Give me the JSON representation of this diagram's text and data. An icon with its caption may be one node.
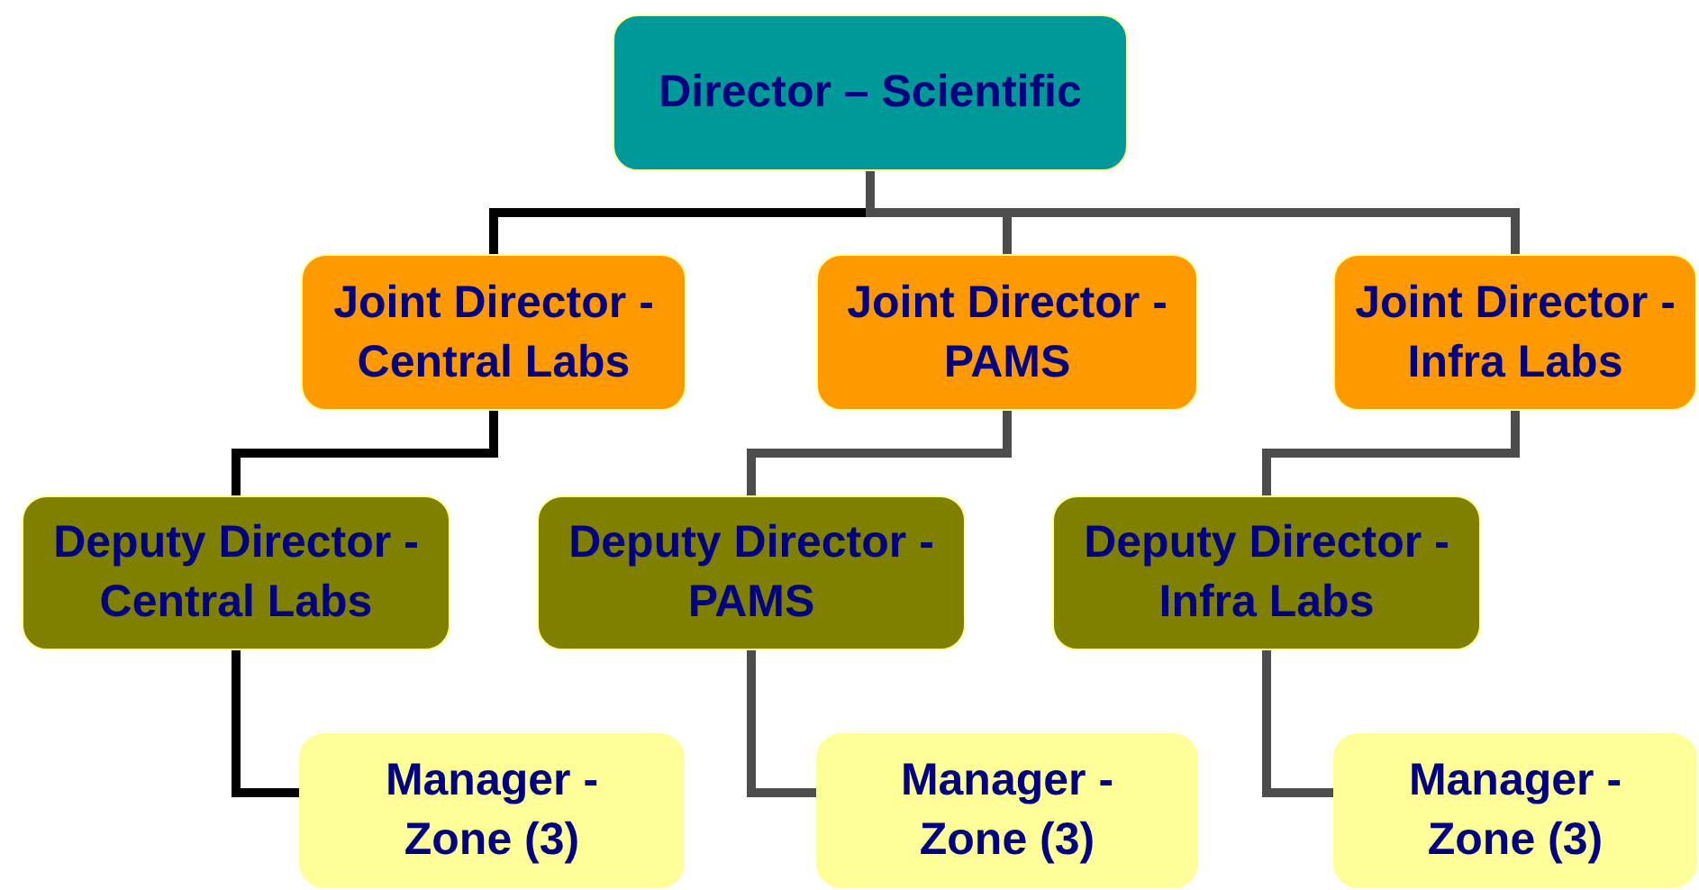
{
  "diagram": {
    "nodes": [
      {
        "text": [
          "Director – Scientific"
        ]
      },
      {
        "text": [
          "Joint Director - Central Labs"
        ]
      },
      {
        "text": [
          "Joint Director - PAMS"
        ]
      },
      {
        "text": [
          "Joint Director - Infra Labs"
        ]
      },
      {
        "text": [
          "Deputy Director - Central Labs"
        ]
      },
      {
        "text": [
          "Deputy Director - PAMS"
        ]
      },
      {
        "text": [
          "Deputy Director - Infra Labs"
        ]
      },
      {
        "text": [
          "Manager - Zone (3)"
        ]
      },
      {
        "text": [
          "Manager - Zone (3)"
        ]
      },
      {
        "text": [
          "Manager - Zone (3)"
        ]
      }
    ],
    "edges": [
      {
        "from": 0,
        "to": 1,
        "arrow": "none",
        "color": "#000000"
      },
      {
        "from": 0,
        "to": 2,
        "arrow": "none"
      },
      {
        "from": 0,
        "to": 3,
        "arrow": "none"
      },
      {
        "from": 1,
        "to": 4,
        "arrow": "none",
        "color": "#000000"
      },
      {
        "from": 2,
        "to": 5,
        "arrow": "none"
      },
      {
        "from": 3,
        "to": 6,
        "arrow": "none"
      },
      {
        "from": 4,
        "to": 7,
        "arrow": "none",
        "color": "#000000"
      },
      {
        "from": 5,
        "to": 8,
        "arrow": "none"
      },
      {
        "from": 6,
        "to": 9,
        "arrow": "none"
      }
    ]
  }
}
